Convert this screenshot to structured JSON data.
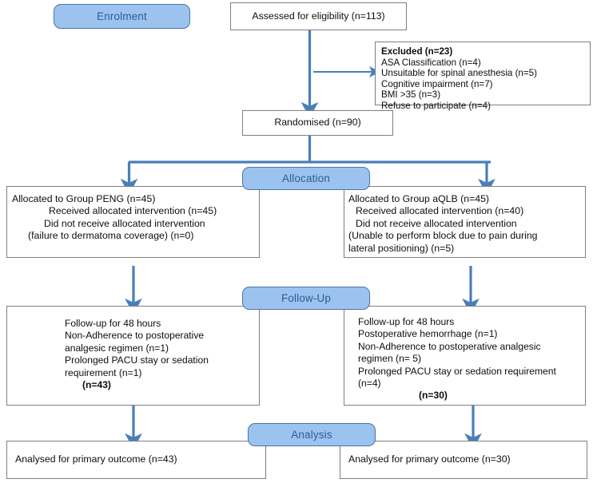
{
  "diagram": {
    "title": "CONSORT participant flow diagram",
    "accent_blue": "#9CC3F0",
    "accent_blue_border": "#4a73a8",
    "pill_text_color": "#2d5c96",
    "arrow_color": "#4a7ebb",
    "box_border_color": "#7f7f7f"
  },
  "stages": {
    "enrolment": "Enrolment",
    "allocation": "Allocation",
    "followup": "Follow-Up",
    "analysis": "Analysis"
  },
  "enrolment": {
    "assessed": "Assessed for eligibility (n=113)",
    "excluded": {
      "heading": "Excluded (n=23)",
      "reasons": [
        "ASA Classification (n=4)",
        "Unsuitable for spinal anesthesia (n=5)",
        "Cognitive impairment (n=7)",
        "BMI >35 (n=3)",
        "Refuse to participate (n=4)"
      ]
    },
    "randomised": "Randomised (n=90)"
  },
  "allocation": {
    "left": {
      "line1": "Allocated to Group PENG (n=45)",
      "line2": "Received allocated intervention (n=45)",
      "line3": "Did not receive allocated intervention",
      "line4": "(failure to dermatoma coverage) (n=0)"
    },
    "right": {
      "line1": "Allocated to Group aQLB (n=45)",
      "line2": "Received allocated intervention (n=40)",
      "line3": "Did not receive allocated intervention",
      "line4": "(Unable to perform block due to pain during",
      "line5": "lateral positioning) (n=5)"
    }
  },
  "followup": {
    "left": {
      "line1": "Follow-up for 48 hours",
      "line2": "Non-Adherence to postoperative",
      "line3": "analgesic regimen (n=1)",
      "line4": "Prolonged PACU stay or sedation",
      "line5": "requirement (n=1)",
      "total": "(n=43)"
    },
    "right": {
      "line1": "Follow-up for 48 hours",
      "line2": "Postoperative hemorrhage (n=1)",
      "line3": "Non-Adherence to postoperative analgesic",
      "line4": "regimen (n= 5)",
      "line5": "Prolonged PACU stay or sedation requirement",
      "line6": "(n=4)",
      "total": "(n=30)"
    }
  },
  "analysis": {
    "left": "Analysed for primary outcome (n=43)",
    "right": "Analysed for primary outcome (n=30)"
  }
}
